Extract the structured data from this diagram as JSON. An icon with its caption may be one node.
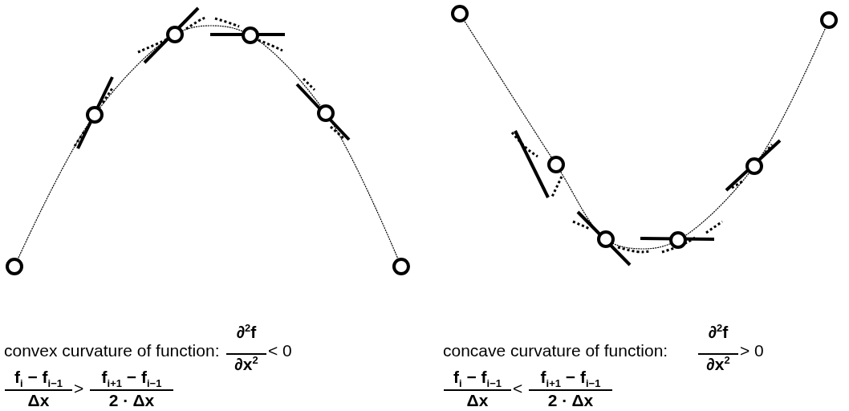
{
  "diagram": {
    "labels": [
      "convex curvature of function:",
      "∂$^{2}$f",
      "∂x$^{2}$",
      "< 0",
      "f$_{i}$ − f$_{i−1}$",
      "Δx",
      ">",
      "f$_{i+1}$ − f$_{i−1}$",
      "2 · Δx",
      "concave curvature of function:",
      "∂$^{2}$f",
      "∂x$^{2}$",
      "> 0",
      "f$_{i}$ − f$_{i−1}$",
      "Δx",
      "<",
      "f$_{i+1}$ − f$_{i−1}$",
      "2 · Δx"
    ]
  }
}
